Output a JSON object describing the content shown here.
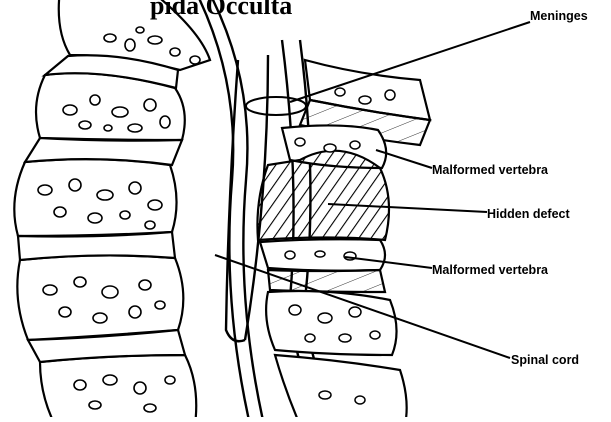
{
  "title_fragment": "pida Occulta",
  "labels": {
    "meninges": "Meninges",
    "malformed_vertebra_upper": "Malformed vertebra",
    "hidden_defect": "Hidden defect",
    "malformed_vertebra_lower": "Malformed vertebra",
    "spinal_cord": "Spinal cord"
  },
  "colors": {
    "ink": "#000000",
    "background": "#ffffff"
  }
}
